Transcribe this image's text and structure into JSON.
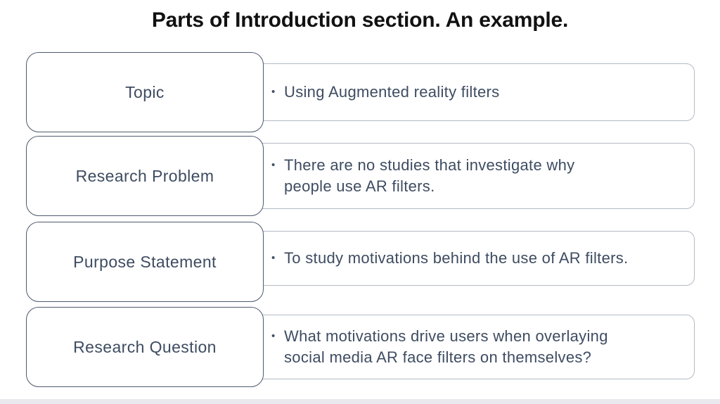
{
  "title": "Parts of Introduction section. An example.",
  "bullet_char": "•",
  "colors": {
    "title_text": "#111111",
    "box_text": "#3e4c61",
    "label_box_border": "#4d5a6e",
    "content_box_border": "#b3bac4",
    "background": "#ffffff",
    "bottom_edge": "#eaeaee"
  },
  "rows": [
    {
      "label": "Topic",
      "bullet_lines": [
        "Using Augmented reality filters"
      ]
    },
    {
      "label": "Research Problem",
      "bullet_lines": [
        "There are no studies that investigate why",
        "people use AR filters."
      ]
    },
    {
      "label": "Purpose Statement",
      "bullet_lines": [
        "To study motivations behind the use of AR filters."
      ]
    },
    {
      "label": "Research Question",
      "bullet_lines": [
        "What motivations drive users when overlaying",
        "social media AR face filters on themselves?"
      ]
    }
  ]
}
